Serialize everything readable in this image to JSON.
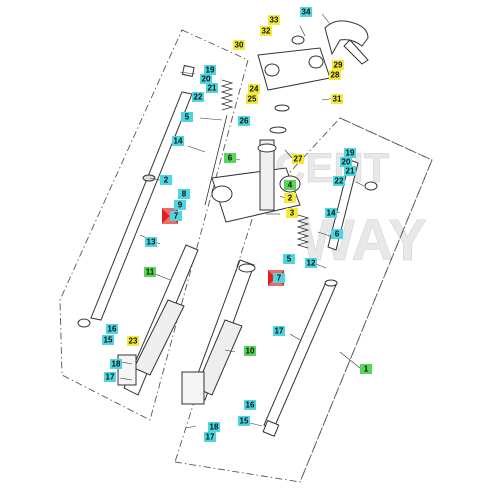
{
  "watermark": [
    "CENT",
    "WAY"
  ],
  "colors": {
    "cyan": "#4dd6df",
    "yellow": "#f2ea3a",
    "green": "#5ad35a",
    "red": "#e02020",
    "line": "#333333",
    "watermark": "#e6e6e6"
  },
  "labels": {
    "l1": "1",
    "l2a": "2",
    "l2b": "2",
    "l3": "3",
    "l4": "4",
    "l5a": "5",
    "l5b": "5",
    "l6a": "6",
    "l6b": "6",
    "l7a": "7",
    "l7b": "7",
    "l8": "8",
    "l9": "9",
    "l10": "10",
    "l11": "11",
    "l12": "12",
    "l13": "13",
    "l14a": "14",
    "l14b": "14",
    "l15a": "15",
    "l15b": "15",
    "l16a": "16",
    "l16b": "16",
    "l17a": "17",
    "l17b": "17",
    "l17c": "17",
    "l18a": "18",
    "l18b": "18",
    "l19a": "19",
    "l19b": "19",
    "l20a": "20",
    "l20b": "20",
    "l21a": "21",
    "l21b": "21",
    "l22a": "22",
    "l22b": "22",
    "l23": "23",
    "l24": "24",
    "l25": "25",
    "l26": "26",
    "l27": "27",
    "l28": "28",
    "l29": "29",
    "l30": "30",
    "l31": "31",
    "l32": "32",
    "l33": "33",
    "l34": "34"
  }
}
